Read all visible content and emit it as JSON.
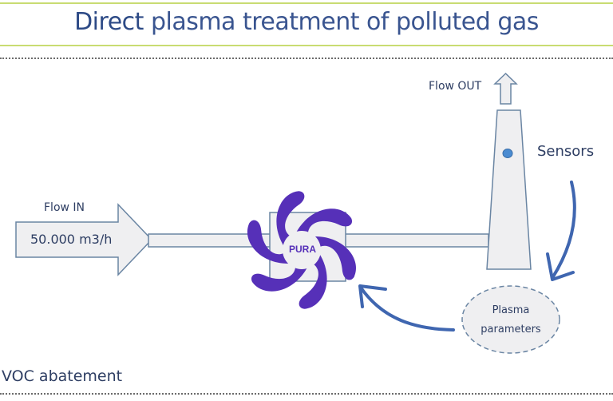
{
  "header": {
    "title_strong": "Direct",
    "title_rest": " plasma treatment of polluted gas"
  },
  "diagram": {
    "flow_in_label": "Flow IN",
    "flow_rate": "50.000 m3/h",
    "flow_out_label": "Flow OUT",
    "sensors_label": "Sensors",
    "plasma_params_line1": "Plasma",
    "plasma_params_line2": "parameters",
    "logo_text": "PURA"
  },
  "footer": {
    "caption": "VOC abatement"
  },
  "colors": {
    "title": "#3a5590",
    "accent_line": "#c9dc72",
    "outline": "#6a85a3",
    "fill": "#efeff1",
    "logo": "#5630b8",
    "feedback_arrow": "#3f66b0",
    "sensor_dot": "#4a8bd1"
  }
}
